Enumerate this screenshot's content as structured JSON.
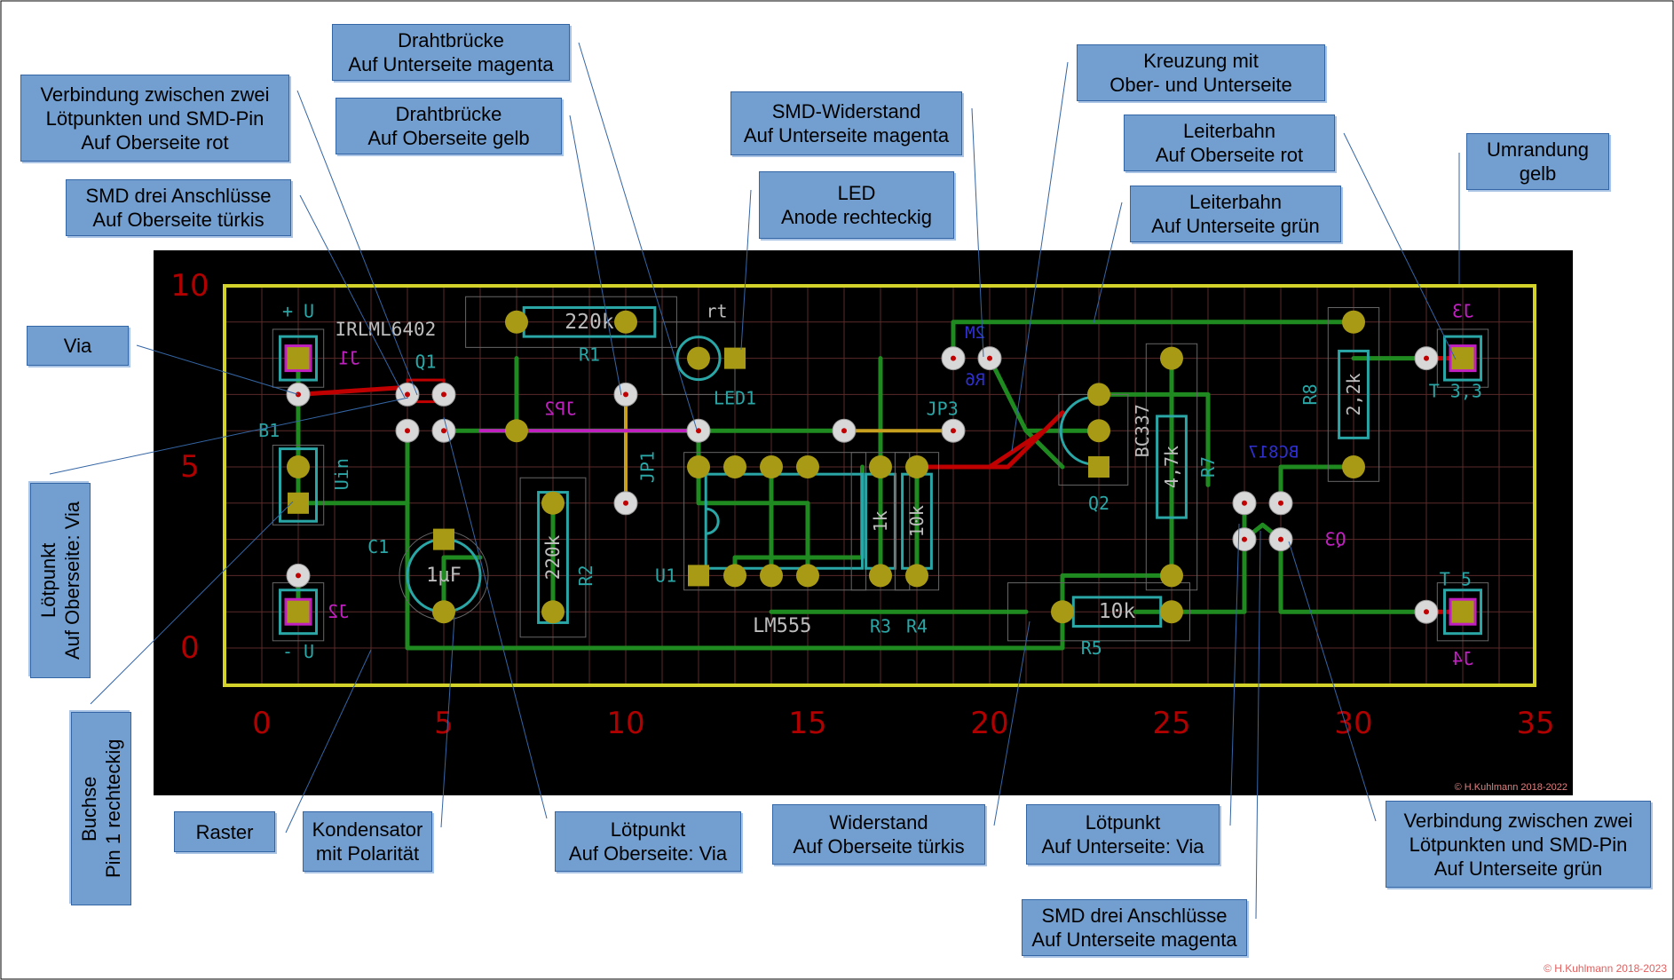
{
  "callouts": {
    "via": [
      "Via"
    ],
    "loetpunkt_ober": [
      "Lötpunkt",
      "Auf Oberseite: Via"
    ],
    "buchse": [
      "Buchse",
      "Pin 1 rechteckig"
    ],
    "raster": [
      "Raster"
    ],
    "kondensator": [
      "Kondensator",
      "mit Polarität"
    ],
    "loetpunkt_via": [
      "Lötpunkt",
      "Auf Oberseite: Via"
    ],
    "widerstand": [
      "Widerstand",
      "Auf Oberseite türkis"
    ],
    "loetpunkt_unter": [
      "Lötpunkt",
      "Auf Unterseite: Via"
    ],
    "smd3_unter": [
      "SMD drei Anschlüsse",
      "Auf Unterseite magenta"
    ],
    "verbindung_unter": [
      "Verbindung zwischen zwei",
      "Lötpunkten und SMD-Pin",
      "Auf Unterseite grün"
    ],
    "verbindung_ober": [
      "Verbindung zwischen zwei",
      "Lötpunkten und SMD-Pin",
      "Auf Oberseite rot"
    ],
    "smd3_ober": [
      "SMD drei Anschlüsse",
      "Auf Oberseite türkis"
    ],
    "drahtbruecke_unter": [
      "Drahtbrücke",
      "Auf Unterseite magenta"
    ],
    "drahtbruecke_ober": [
      "Drahtbrücke",
      "Auf Oberseite gelb"
    ],
    "smd_widerstand": [
      "SMD-Widerstand",
      "Auf Unterseite magenta"
    ],
    "led": [
      "LED",
      "Anode rechteckig"
    ],
    "kreuzung": [
      "Kreuzung mit",
      "Ober- und Unterseite"
    ],
    "leiterbahn_ober": [
      "Leiterbahn",
      "Auf Oberseite rot"
    ],
    "leiterbahn_unter": [
      "Leiterbahn",
      "Auf Unterseite grün"
    ],
    "umrandung": [
      "Umrandung",
      "gelb"
    ]
  },
  "board": {
    "x_ticks": [
      "0",
      "5",
      "10",
      "15",
      "20",
      "25",
      "30",
      "35"
    ],
    "y_ticks": [
      "10",
      "5",
      "0"
    ],
    "copyright_inner": "© H.Kuhlmann 2018-2022",
    "copyright_outer": "© H.Kuhlmann 2018-2023"
  },
  "parts": {
    "irlml": "IRLML6402",
    "q1": "Q1",
    "plus_u": "+ U",
    "minus_u": "- U",
    "j1": "J1",
    "j2": "J2",
    "j3": "J3",
    "j4": "J4",
    "b1": "B1",
    "uin": "Uin",
    "c1": "C1",
    "c1_value": "1µF",
    "r1_value": "220k",
    "r1": "R1",
    "r2_value": "220k",
    "r2": "R2",
    "jp1": "JP1",
    "jp2": "JP2",
    "jp3": "JP3",
    "rt": "rt",
    "led1": "LED1",
    "u1": "U1",
    "lm555": "LM555",
    "r3_value": "1k",
    "r3": "R3",
    "r4_value": "10k",
    "r4": "R4",
    "r5_value": "10k",
    "r5": "R5",
    "r6_value": "2M",
    "r6": "R6",
    "bc337": "BC337",
    "q2": "Q2",
    "r7_value": "4,7k",
    "r7": "R7",
    "bc817": "BC817",
    "q3": "Q3",
    "r8_value": "2,2k",
    "r8": "R8",
    "t33": "T 3,3",
    "t5": "T 5"
  },
  "colors": {
    "board_bg": "#000000",
    "edge": "#d2d22a",
    "grid": "#5a2a2a",
    "pad": "#a89a14",
    "via": "#d8d8d8",
    "silk": "#2aa6a6",
    "front_track": "#c00000",
    "back_track": "#1f8a1f",
    "jumper_top": "#c8a020",
    "jumper_bottom": "#c020c0",
    "coord": "#b00000",
    "callout_bg": "#729fcf"
  }
}
